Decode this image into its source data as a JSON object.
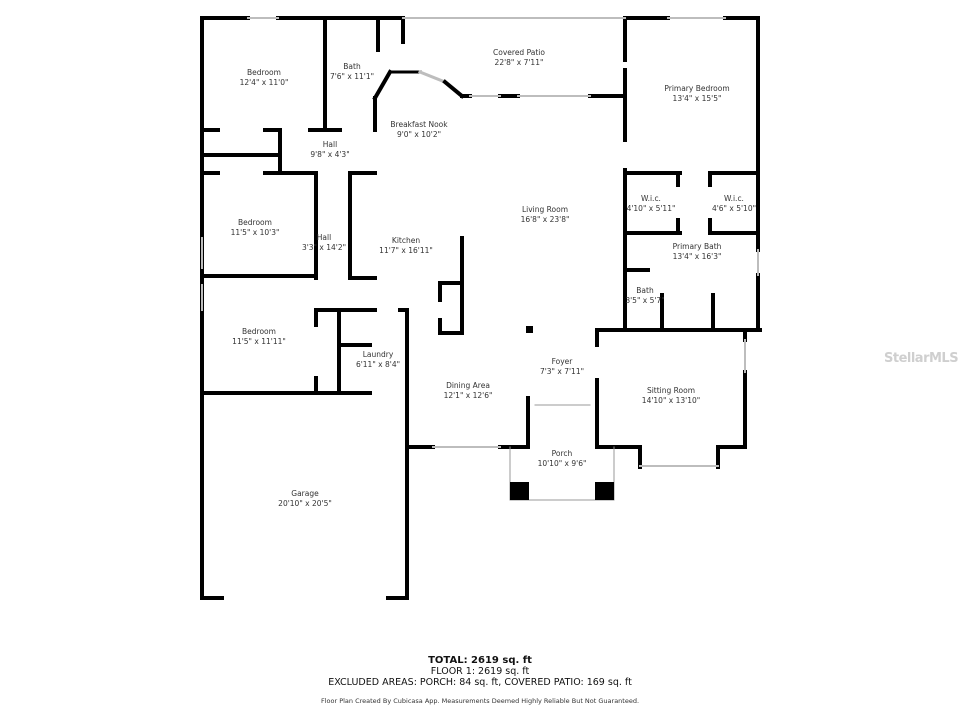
{
  "rooms": [
    {
      "name": "Bedroom",
      "dims": "12'4\" x 11'0\""
    },
    {
      "name": "Bath",
      "dims": "7'6\" x 11'1\""
    },
    {
      "name": "Covered Patio",
      "dims": "22'8\" x 7'11\""
    },
    {
      "name": "Primary Bedroom",
      "dims": "13'4\" x 15'5\""
    },
    {
      "name": "Breakfast Nook",
      "dims": "9'0\" x 10'2\""
    },
    {
      "name": "Hall",
      "dims": "9'8\" x 4'3\""
    },
    {
      "name": "Bedroom",
      "dims": "11'5\" x 10'3\""
    },
    {
      "name": "Hall",
      "dims": "3'3\" x 14'2\""
    },
    {
      "name": "Kitchen",
      "dims": "11'7\" x 16'11\""
    },
    {
      "name": "Living Room",
      "dims": "16'8\" x 23'8\""
    },
    {
      "name": "W.i.c.",
      "dims": "4'10\" x 5'11\""
    },
    {
      "name": "W.i.c.",
      "dims": "4'6\" x 5'10\""
    },
    {
      "name": "Primary Bath",
      "dims": "13'4\" x 16'3\""
    },
    {
      "name": "Bath",
      "dims": "3'5\" x 5'7\""
    },
    {
      "name": "Bedroom",
      "dims": "11'5\" x 11'11\""
    },
    {
      "name": "Laundry",
      "dims": "6'11\" x 8'4\""
    },
    {
      "name": "Foyer",
      "dims": "7'3\" x 7'11\""
    },
    {
      "name": "Dining Area",
      "dims": "12'1\" x 12'6\""
    },
    {
      "name": "Sitting Room",
      "dims": "14'10\" x 13'10\""
    },
    {
      "name": "Porch",
      "dims": "10'10\" x 9'6\""
    },
    {
      "name": "Garage",
      "dims": "20'10\" x 20'5\""
    }
  ],
  "summary": {
    "total": "TOTAL: 2619 sq. ft",
    "floor1": "FLOOR 1: 2619 sq. ft",
    "excluded": "EXCLUDED AREAS: PORCH: 84 sq. ft, COVERED PATIO: 169 sq. ft",
    "disclaimer": "Floor Plan Created By Cubicasa App. Measurements Deemed Highly Reliable But Not Guaranteed."
  },
  "watermark": "StellarMLS",
  "colors": {
    "wall": "#000000",
    "window": "#bdbdbd",
    "text": "#333333"
  }
}
